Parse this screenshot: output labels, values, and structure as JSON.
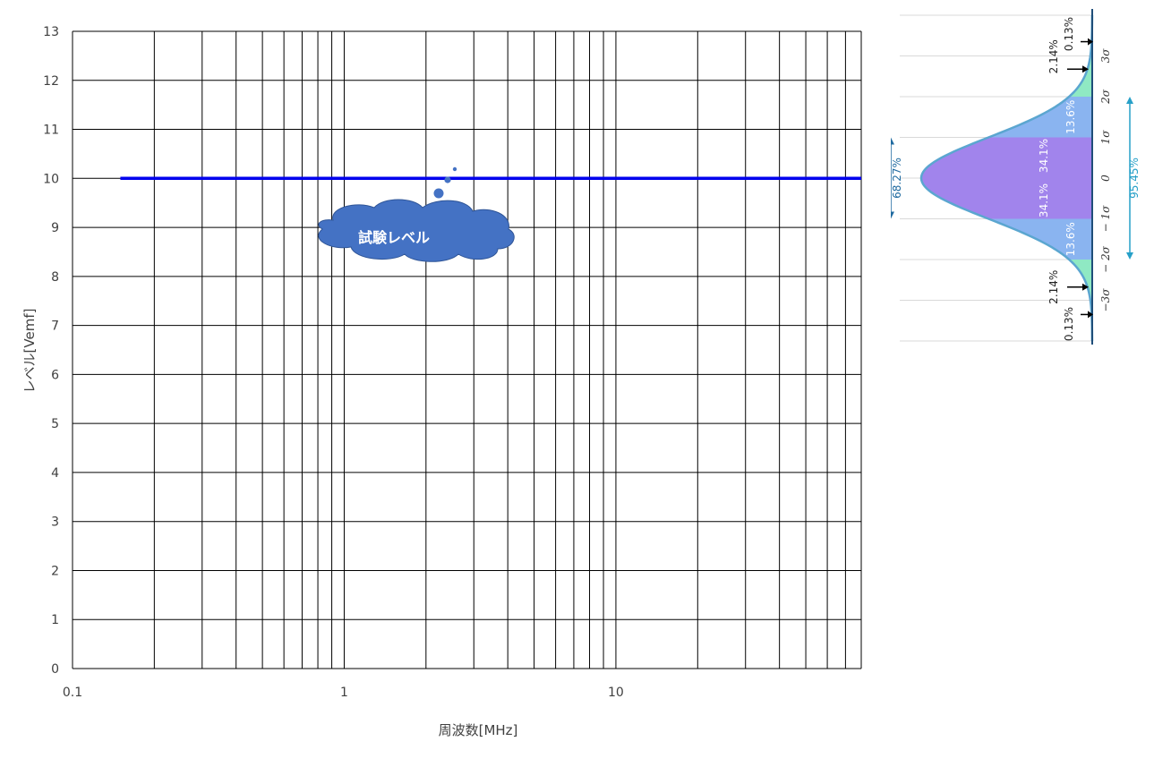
{
  "chart_data": [
    {
      "type": "line",
      "xscale": "log",
      "xlim": [
        0.1,
        80
      ],
      "ylim": [
        0,
        13
      ],
      "y_ticks": [
        0,
        1,
        2,
        3,
        4,
        5,
        6,
        7,
        8,
        9,
        10,
        11,
        12,
        13
      ],
      "x_tick_labels": [
        {
          "value": 0.1,
          "label": "0.1"
        },
        {
          "value": 1,
          "label": "1"
        },
        {
          "value": 10,
          "label": "10"
        }
      ],
      "xlabel": "周波数[MHz]",
      "ylabel": "レベル[Vemf]",
      "grid": true,
      "series": [
        {
          "x": [
            0.15,
            80
          ],
          "y": [
            10,
            10
          ],
          "color": "#0000ee"
        }
      ],
      "annotations": [
        {
          "type": "thought-bubble",
          "text": "試験レベル",
          "color": "#4472c4"
        }
      ]
    },
    {
      "type": "area",
      "distribution": "normal",
      "orientation": "vertical",
      "segments": [
        {
          "from_sigma": -3,
          "to_sigma": -2,
          "label": "2.14%",
          "color": "#8fe9c3"
        },
        {
          "from_sigma": -2,
          "to_sigma": -1,
          "label": "13.6%",
          "color": "#8ab4f0"
        },
        {
          "from_sigma": -1,
          "to_sigma": 0,
          "label": "34.1%",
          "color": "#a184ec"
        },
        {
          "from_sigma": 0,
          "to_sigma": 1,
          "label": "34.1%",
          "color": "#a184ec"
        },
        {
          "from_sigma": 1,
          "to_sigma": 2,
          "label": "13.6%",
          "color": "#8ab4f0"
        },
        {
          "from_sigma": 2,
          "to_sigma": 3,
          "label": "2.14%",
          "color": "#8fe9c3"
        }
      ],
      "tails": [
        {
          "beyond_sigma": 3,
          "label": "0.13%"
        },
        {
          "beyond_sigma": -3,
          "label": "0.13%"
        }
      ],
      "sigma_ticks": [
        {
          "value": 3,
          "label": "3σ"
        },
        {
          "value": 2,
          "label": "2σ"
        },
        {
          "value": 1,
          "label": "1σ"
        },
        {
          "value": 0,
          "label": "0"
        },
        {
          "value": -1,
          "label": "− 1σ"
        },
        {
          "value": -2,
          "label": "− 2σ"
        },
        {
          "value": -3,
          "label": "−3σ"
        }
      ],
      "ranges": [
        {
          "sigma": [
            -1,
            1
          ],
          "label": "68.27%",
          "color": "#1f6aa0"
        },
        {
          "sigma": [
            -2,
            2
          ],
          "label": "95.45%",
          "color": "#27a0c8"
        }
      ],
      "outline_color": "#5ba6d0"
    }
  ]
}
